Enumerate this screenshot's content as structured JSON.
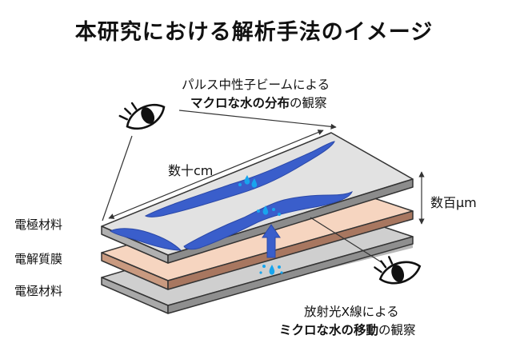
{
  "title": "本研究における解析手法のイメージ",
  "layer_labels": [
    "電極材料",
    "電解質膜",
    "電極材料"
  ],
  "neutron": {
    "line1": "パルス中性子ビームによる",
    "bold": "マクロな水の分布",
    "rest": "の観察"
  },
  "xray": {
    "line1": "放射光X線による",
    "bold": "ミクロな水の移動",
    "rest": "の観察"
  },
  "dimension_width": "数十cm",
  "dimension_thickness": "数百μm",
  "colors": {
    "top_layer": "#e2e2e2",
    "membrane": "#f6d5c0",
    "bottom_layer": "#cccccc",
    "water": "#3a5ecb",
    "droplet": "#18a5ee",
    "arrow": "#3a5ecb"
  }
}
